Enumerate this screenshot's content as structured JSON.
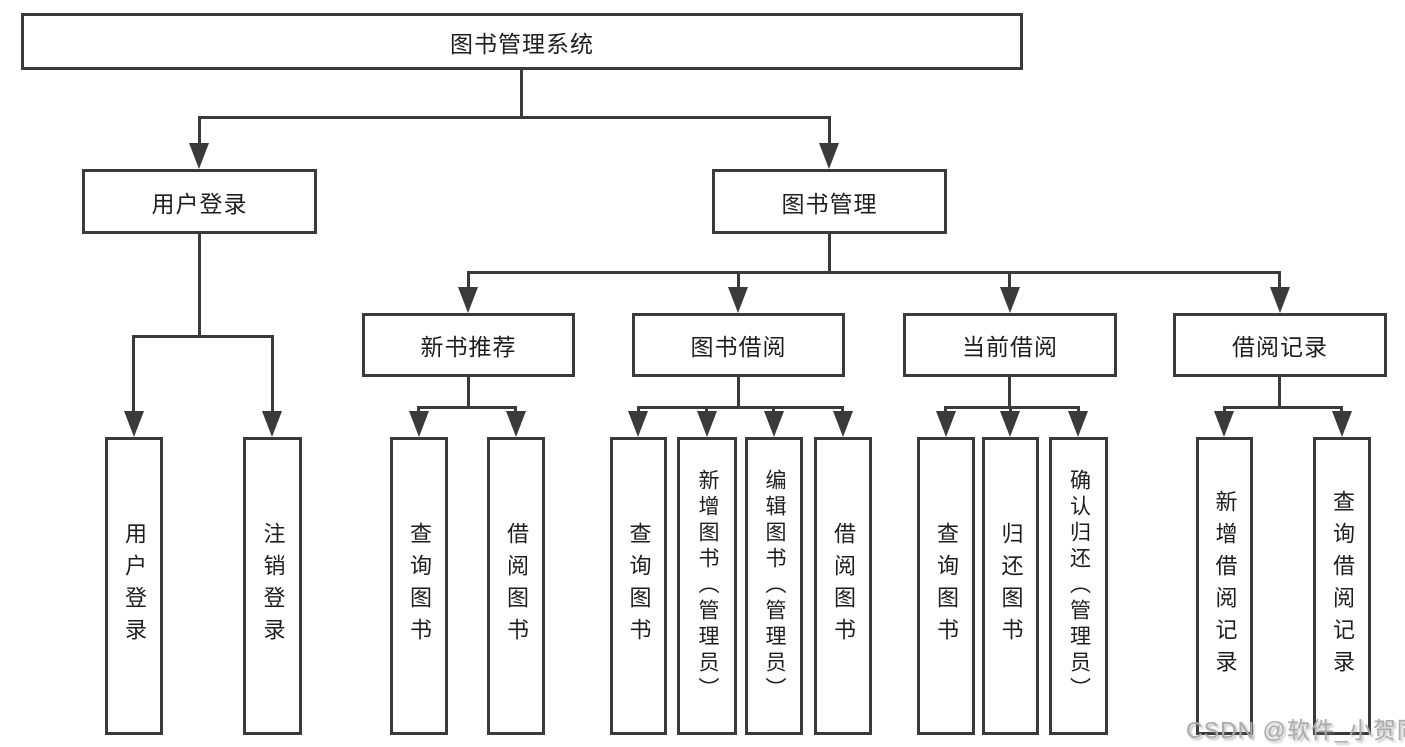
{
  "diagram": {
    "root": {
      "label": "图书管理系统"
    },
    "branches": [
      {
        "label": "用户登录",
        "children": [
          {
            "label": "用户登录"
          },
          {
            "label": "注销登录"
          }
        ]
      },
      {
        "label": "图书管理",
        "children": [
          {
            "label": "新书推荐",
            "children": [
              {
                "label": "查询图书"
              },
              {
                "label": "借阅图书"
              }
            ]
          },
          {
            "label": "图书借阅",
            "children": [
              {
                "label": "查询图书"
              },
              {
                "label": "新增图书（管理员）"
              },
              {
                "label": "编辑图书（管理员）"
              },
              {
                "label": "借阅图书"
              }
            ]
          },
          {
            "label": "当前借阅",
            "children": [
              {
                "label": "查询图书"
              },
              {
                "label": "归还图书"
              },
              {
                "label": "确认归还（管理员）"
              }
            ]
          },
          {
            "label": "借阅记录",
            "children": [
              {
                "label": "新增借阅记录"
              },
              {
                "label": "查询借阅记录"
              }
            ]
          }
        ]
      }
    ],
    "colors": {
      "line": "#3a3a3a",
      "text": "#1e1e1e",
      "background": "#ffffff",
      "watermark": "#ababab"
    },
    "watermark": "CSDN @软件_小贺同学"
  }
}
